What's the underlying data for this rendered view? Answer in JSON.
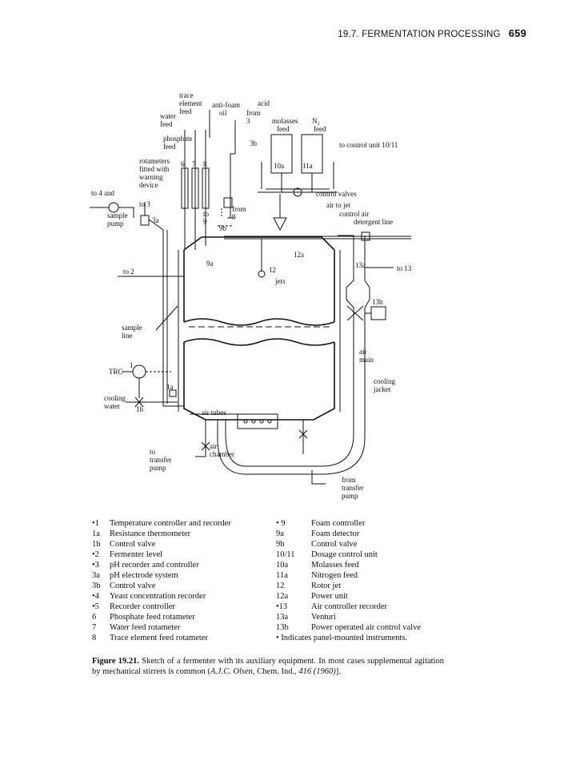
{
  "running_head": {
    "section": "19.7. FERMENTATION PROCESSING",
    "page_number": "659"
  },
  "figure_labels": {
    "trace": "trace",
    "element": "element",
    "feed_te": "feed",
    "antifoam": "anti-foam",
    "oil": "oil",
    "acid": "acid",
    "from_acid": "from",
    "n3": "3",
    "water": "water",
    "feed_w": "feed",
    "molasses": "molasses",
    "feed_m": "feed",
    "n2feed_n": "N₂",
    "feed_n": "feed",
    "phosphate": "phosphate",
    "feed_p": "feed",
    "n3b": "3b",
    "to_control_unit": "to control unit 10/11",
    "rotameters": "rotameters",
    "fitted_with": "fitted with",
    "warning": "warning",
    "device": "device",
    "r6": "6",
    "r7": "7",
    "r8": "8",
    "n10a": "10a",
    "n11a": "11a",
    "to4and": "to 4 and",
    "to3": "to 3",
    "sample": "sample",
    "pump": "pump",
    "n3a": "3a",
    "control_valves": "control valves",
    "air_to_jet": "air to jet",
    "control_air": "control air",
    "detergent_line": "detergent line",
    "from9": "from",
    "n9b_from": "9",
    "to": "to",
    "to9": "9",
    "n9b": "9b",
    "n12a": "12a",
    "n9a": "9a",
    "n12": "12",
    "jets": "jets",
    "n13a": "13a",
    "to13": "to 13",
    "to2": "to 2",
    "n13b": "13b",
    "sample_s": "sample",
    "line": "line",
    "air": "air",
    "main": "main",
    "n1": "1",
    "trc": "TRC",
    "n1a": "1a",
    "cooling_j": "cooling",
    "jacket": "jacket",
    "cooling_w": "cooling",
    "water_w": "water",
    "n1b": "1b",
    "air_tubes": "air tubes",
    "to_t": "to",
    "transfer": "transfer",
    "pump_t": "pump",
    "air_ch": "air",
    "chamber": "chamber",
    "from_t": "from",
    "transfer2": "transfer",
    "pump2": "pump"
  },
  "legend_left": [
    {
      "num": "•1",
      "text": "Temperature controller and recorder"
    },
    {
      "num": "1a",
      "text": "Resistance thermometer"
    },
    {
      "num": "1b",
      "text": "Control valve"
    },
    {
      "num": "•2",
      "text": "Fermenter level"
    },
    {
      "num": "•3",
      "text": "pH recorder and controller"
    },
    {
      "num": "3a",
      "text": "pH electrode system"
    },
    {
      "num": "3b",
      "text": "Control valve"
    },
    {
      "num": "•4",
      "text": "Yeast concentration recorder"
    },
    {
      "num": "•5",
      "text": "Recorder controller"
    },
    {
      "num": "6",
      "text": "Phosphate feed rotameter"
    },
    {
      "num": "7",
      "text": "Water feed rotameter"
    },
    {
      "num": "8",
      "text": "Trace element feed rotameter"
    }
  ],
  "legend_right": [
    {
      "num": "• 9",
      "text": "Foam controller"
    },
    {
      "num": "9a",
      "text": "Foam detector"
    },
    {
      "num": "9b",
      "text": "Control valve"
    },
    {
      "num": "10/11",
      "text": "Dosage control unit"
    },
    {
      "num": "10a",
      "text": "Molasses feed"
    },
    {
      "num": "11a",
      "text": "Nitrogen feed"
    },
    {
      "num": "12",
      "text": "Rotor jet"
    },
    {
      "num": "12a",
      "text": "Power unit"
    },
    {
      "num": "•13",
      "text": "Air controller recorder"
    },
    {
      "num": "13a",
      "text": "Venturi"
    },
    {
      "num": "13b",
      "text": "Power operated air control valve"
    }
  ],
  "legend_note": "• Indicates panel-mounted instruments.",
  "caption": {
    "label": "Figure 19.21.",
    "text": " Sketch of a fermenter with its auxiliary equipment. In most cases supplemental agitation by mechanical stirrers is common (",
    "cite_name": "A.J.C. Olsen,",
    "cite_journal": " Chem. Ind., ",
    "cite_vol": "416",
    "cite_sep": " ",
    "cite_year": "(1960)",
    "cite_end": "]."
  }
}
